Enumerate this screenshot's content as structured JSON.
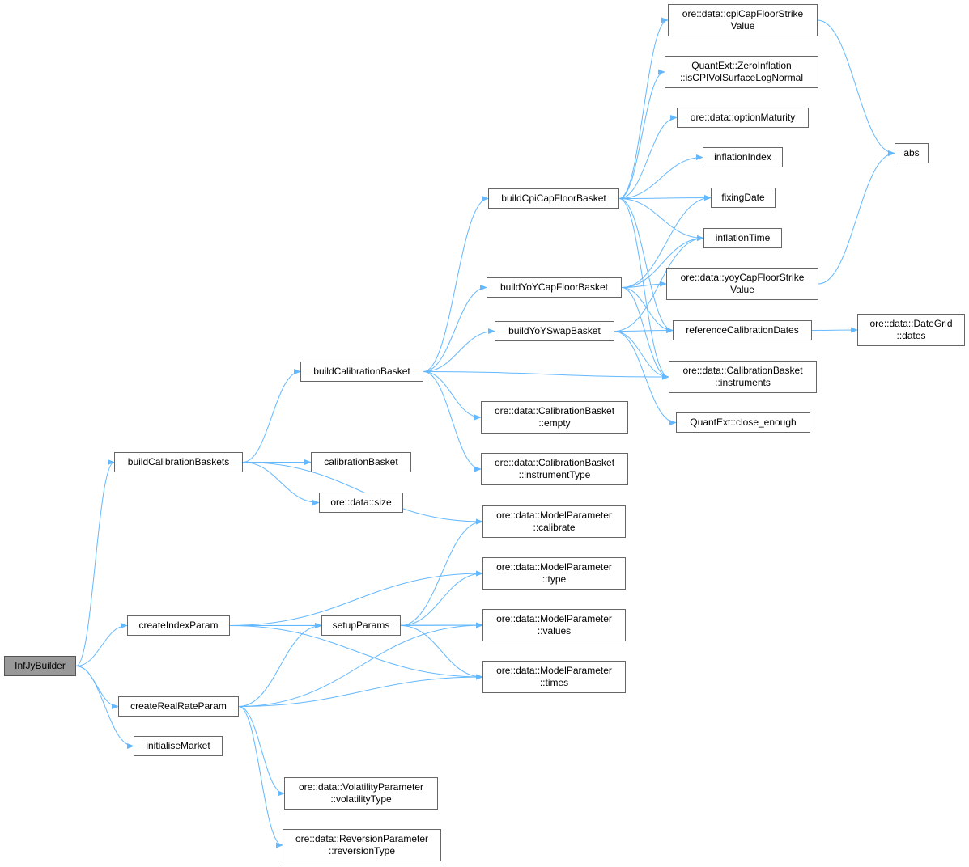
{
  "colors": {
    "edge": "#63b8ff",
    "border": "#666666",
    "root_fill": "#999999",
    "background": "#ffffff"
  },
  "nodes": {
    "n_root": {
      "lines": [
        "InfJyBuilder"
      ]
    },
    "n_bcbs": {
      "lines": [
        "buildCalibrationBaskets"
      ]
    },
    "n_cip": {
      "lines": [
        "createIndexParam"
      ]
    },
    "n_crp": {
      "lines": [
        "createRealRateParam"
      ]
    },
    "n_im": {
      "lines": [
        "initialiseMarket"
      ]
    },
    "n_bcb": {
      "lines": [
        "buildCalibrationBasket"
      ]
    },
    "n_cb": {
      "lines": [
        "calibrationBasket"
      ]
    },
    "n_size": {
      "lines": [
        "ore::data::size"
      ]
    },
    "n_sp": {
      "lines": [
        "setupParams"
      ]
    },
    "n_vt": {
      "lines": [
        "ore::data::VolatilityParameter",
        "::volatilityType"
      ]
    },
    "n_rt": {
      "lines": [
        "ore::data::ReversionParameter",
        "::reversionType"
      ]
    },
    "n_bcpi": {
      "lines": [
        "buildCpiCapFloorBasket"
      ]
    },
    "n_byoyc": {
      "lines": [
        "buildYoYCapFloorBasket"
      ]
    },
    "n_byoys": {
      "lines": [
        "buildYoYSwapBasket"
      ]
    },
    "n_empty": {
      "lines": [
        "ore::data::CalibrationBasket",
        "::empty"
      ]
    },
    "n_itype": {
      "lines": [
        "ore::data::CalibrationBasket",
        "::instrumentType"
      ]
    },
    "n_calib": {
      "lines": [
        "ore::data::ModelParameter",
        "::calibrate"
      ]
    },
    "n_type": {
      "lines": [
        "ore::data::ModelParameter",
        "::type"
      ]
    },
    "n_values": {
      "lines": [
        "ore::data::ModelParameter",
        "::values"
      ]
    },
    "n_times": {
      "lines": [
        "ore::data::ModelParameter",
        "::times"
      ]
    },
    "n_cpis": {
      "lines": [
        "ore::data::cpiCapFloorStrike",
        "Value"
      ]
    },
    "n_zero": {
      "lines": [
        "QuantExt::ZeroInflation",
        "::isCPIVolSurfaceLogNormal"
      ]
    },
    "n_optm": {
      "lines": [
        "ore::data::optionMaturity"
      ]
    },
    "n_infi": {
      "lines": [
        "inflationIndex"
      ]
    },
    "n_fix": {
      "lines": [
        "fixingDate"
      ]
    },
    "n_inft": {
      "lines": [
        "inflationTime"
      ]
    },
    "n_yoys": {
      "lines": [
        "ore::data::yoyCapFloorStrike",
        "Value"
      ]
    },
    "n_rcd": {
      "lines": [
        "referenceCalibrationDates"
      ]
    },
    "n_inst": {
      "lines": [
        "ore::data::CalibrationBasket",
        "::instruments"
      ]
    },
    "n_close": {
      "lines": [
        "QuantExt::close_enough"
      ]
    },
    "n_abs": {
      "lines": [
        "abs"
      ]
    },
    "n_dates": {
      "lines": [
        "ore::data::DateGrid",
        "::dates"
      ]
    }
  },
  "edges": [
    [
      "n_root",
      "n_bcbs"
    ],
    [
      "n_root",
      "n_cip"
    ],
    [
      "n_root",
      "n_crp"
    ],
    [
      "n_root",
      "n_im"
    ],
    [
      "n_bcbs",
      "n_bcb"
    ],
    [
      "n_bcbs",
      "n_cb"
    ],
    [
      "n_bcbs",
      "n_size"
    ],
    [
      "n_bcbs",
      "n_calib"
    ],
    [
      "n_cip",
      "n_sp"
    ],
    [
      "n_cip",
      "n_type"
    ],
    [
      "n_cip",
      "n_values"
    ],
    [
      "n_cip",
      "n_times"
    ],
    [
      "n_crp",
      "n_sp"
    ],
    [
      "n_crp",
      "n_values"
    ],
    [
      "n_crp",
      "n_times"
    ],
    [
      "n_crp",
      "n_vt"
    ],
    [
      "n_crp",
      "n_rt"
    ],
    [
      "n_sp",
      "n_calib"
    ],
    [
      "n_sp",
      "n_type"
    ],
    [
      "n_sp",
      "n_values"
    ],
    [
      "n_sp",
      "n_times"
    ],
    [
      "n_bcb",
      "n_bcpi"
    ],
    [
      "n_bcb",
      "n_byoyc"
    ],
    [
      "n_bcb",
      "n_byoys"
    ],
    [
      "n_bcb",
      "n_inst"
    ],
    [
      "n_bcb",
      "n_empty"
    ],
    [
      "n_bcb",
      "n_itype"
    ],
    [
      "n_bcpi",
      "n_cpis"
    ],
    [
      "n_bcpi",
      "n_zero"
    ],
    [
      "n_bcpi",
      "n_optm"
    ],
    [
      "n_bcpi",
      "n_infi"
    ],
    [
      "n_bcpi",
      "n_fix"
    ],
    [
      "n_bcpi",
      "n_inft"
    ],
    [
      "n_bcpi",
      "n_rcd"
    ],
    [
      "n_bcpi",
      "n_inst"
    ],
    [
      "n_byoyc",
      "n_fix"
    ],
    [
      "n_byoyc",
      "n_inft"
    ],
    [
      "n_byoyc",
      "n_yoys"
    ],
    [
      "n_byoyc",
      "n_rcd"
    ],
    [
      "n_byoyc",
      "n_inst"
    ],
    [
      "n_byoys",
      "n_inft"
    ],
    [
      "n_byoys",
      "n_rcd"
    ],
    [
      "n_byoys",
      "n_inst"
    ],
    [
      "n_byoys",
      "n_close"
    ],
    [
      "n_cpis",
      "n_abs"
    ],
    [
      "n_yoys",
      "n_abs"
    ],
    [
      "n_rcd",
      "n_dates"
    ]
  ]
}
